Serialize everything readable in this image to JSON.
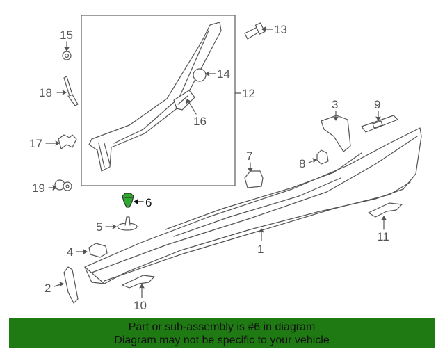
{
  "diagram": {
    "callouts": [
      {
        "id": "1",
        "label": "1"
      },
      {
        "id": "2",
        "label": "2"
      },
      {
        "id": "3",
        "label": "3"
      },
      {
        "id": "4",
        "label": "4"
      },
      {
        "id": "5",
        "label": "5"
      },
      {
        "id": "6",
        "label": "6",
        "highlighted": true
      },
      {
        "id": "7",
        "label": "7"
      },
      {
        "id": "8",
        "label": "8"
      },
      {
        "id": "9",
        "label": "9"
      },
      {
        "id": "10",
        "label": "10"
      },
      {
        "id": "11",
        "label": "11"
      },
      {
        "id": "12",
        "label": "12"
      },
      {
        "id": "13",
        "label": "13"
      },
      {
        "id": "14",
        "label": "14"
      },
      {
        "id": "15",
        "label": "15"
      },
      {
        "id": "16",
        "label": "16"
      },
      {
        "id": "17",
        "label": "17"
      },
      {
        "id": "18",
        "label": "18"
      },
      {
        "id": "19",
        "label": "19"
      }
    ],
    "highlight_color": "#2ea82e",
    "line_color": "#555555"
  },
  "footer": {
    "line1": "Part or sub-assembly is #6 in diagram",
    "line2": "Diagram may not be specific to your vehicle",
    "background": "#1f7a14"
  }
}
